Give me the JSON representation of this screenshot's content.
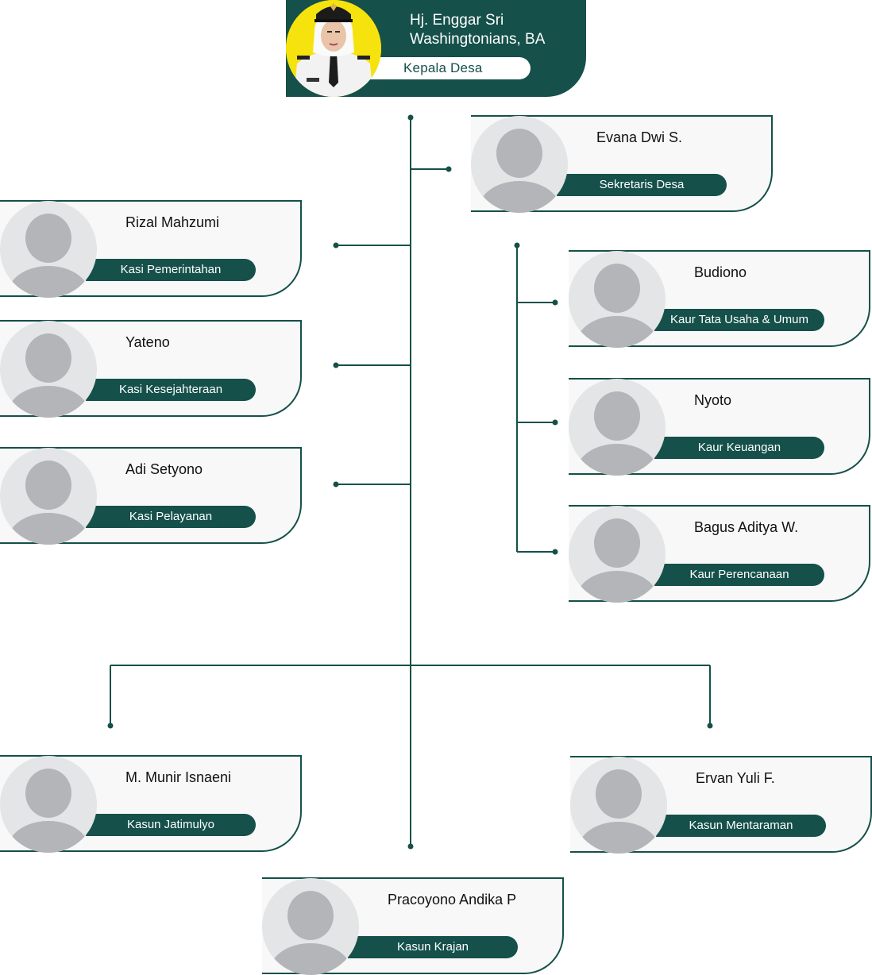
{
  "colors": {
    "primary": "#15504a",
    "card_bg": "#f7f8f7",
    "avatar_bg": "#e4e5e6",
    "avatar_fg": "#b3b5b8",
    "head_photo_bg": "#f6e20d"
  },
  "head": {
    "name": "Hj. Enggar Sri Washingtonians, BA",
    "role": "Kepala Desa"
  },
  "members": {
    "sekretaris": {
      "name": "Evana Dwi S.",
      "role": "Sekretaris Desa"
    },
    "kasi_pemerintahan": {
      "name": "Rizal Mahzumi",
      "role": "Kasi Pemerintahan"
    },
    "kasi_kesejahteraan": {
      "name": "Yateno",
      "role": "Kasi Kesejahteraan"
    },
    "kasi_pelayanan": {
      "name": "Adi Setyono",
      "role": "Kasi Pelayanan"
    },
    "kaur_tu": {
      "name": "Budiono",
      "role": "Kaur Tata Usaha & Umum"
    },
    "kaur_keuangan": {
      "name": "Nyoto",
      "role": "Kaur Keuangan"
    },
    "kaur_perencanaan": {
      "name": "Bagus Aditya W.",
      "role": "Kaur Perencanaan"
    },
    "kasun_jatimulyo": {
      "name": "M. Munir Isnaeni",
      "role": "Kasun Jatimulyo"
    },
    "kasun_mentaraman": {
      "name": "Ervan Yuli F.",
      "role": "Kasun Mentaraman"
    },
    "kasun_krajan": {
      "name": "Pracoyono Andika  P",
      "role": "Kasun Krajan"
    }
  }
}
